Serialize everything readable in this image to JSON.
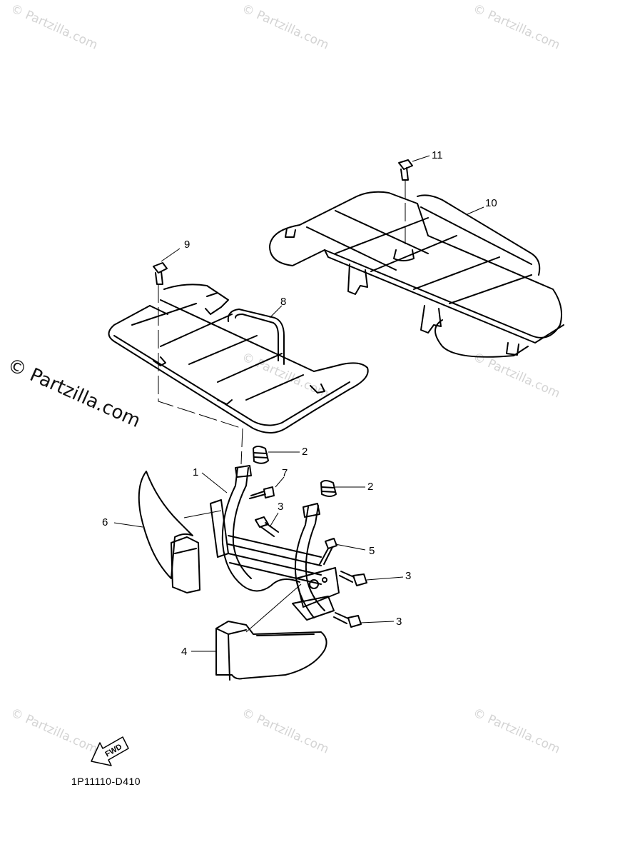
{
  "watermark": {
    "text": "© Partzilla.com",
    "main_text": "© Partzilla.com"
  },
  "callouts": [
    {
      "label": "1"
    },
    {
      "label": "2"
    },
    {
      "label": "2"
    },
    {
      "label": "3"
    },
    {
      "label": "3"
    },
    {
      "label": "3"
    },
    {
      "label": "4"
    },
    {
      "label": "5"
    },
    {
      "label": "6"
    },
    {
      "label": "7"
    },
    {
      "label": "8"
    },
    {
      "label": "9"
    },
    {
      "label": "10"
    },
    {
      "label": "11"
    }
  ],
  "fwd_arrow": {
    "label": "FWD"
  },
  "diagram_code": "1P11110-D410"
}
